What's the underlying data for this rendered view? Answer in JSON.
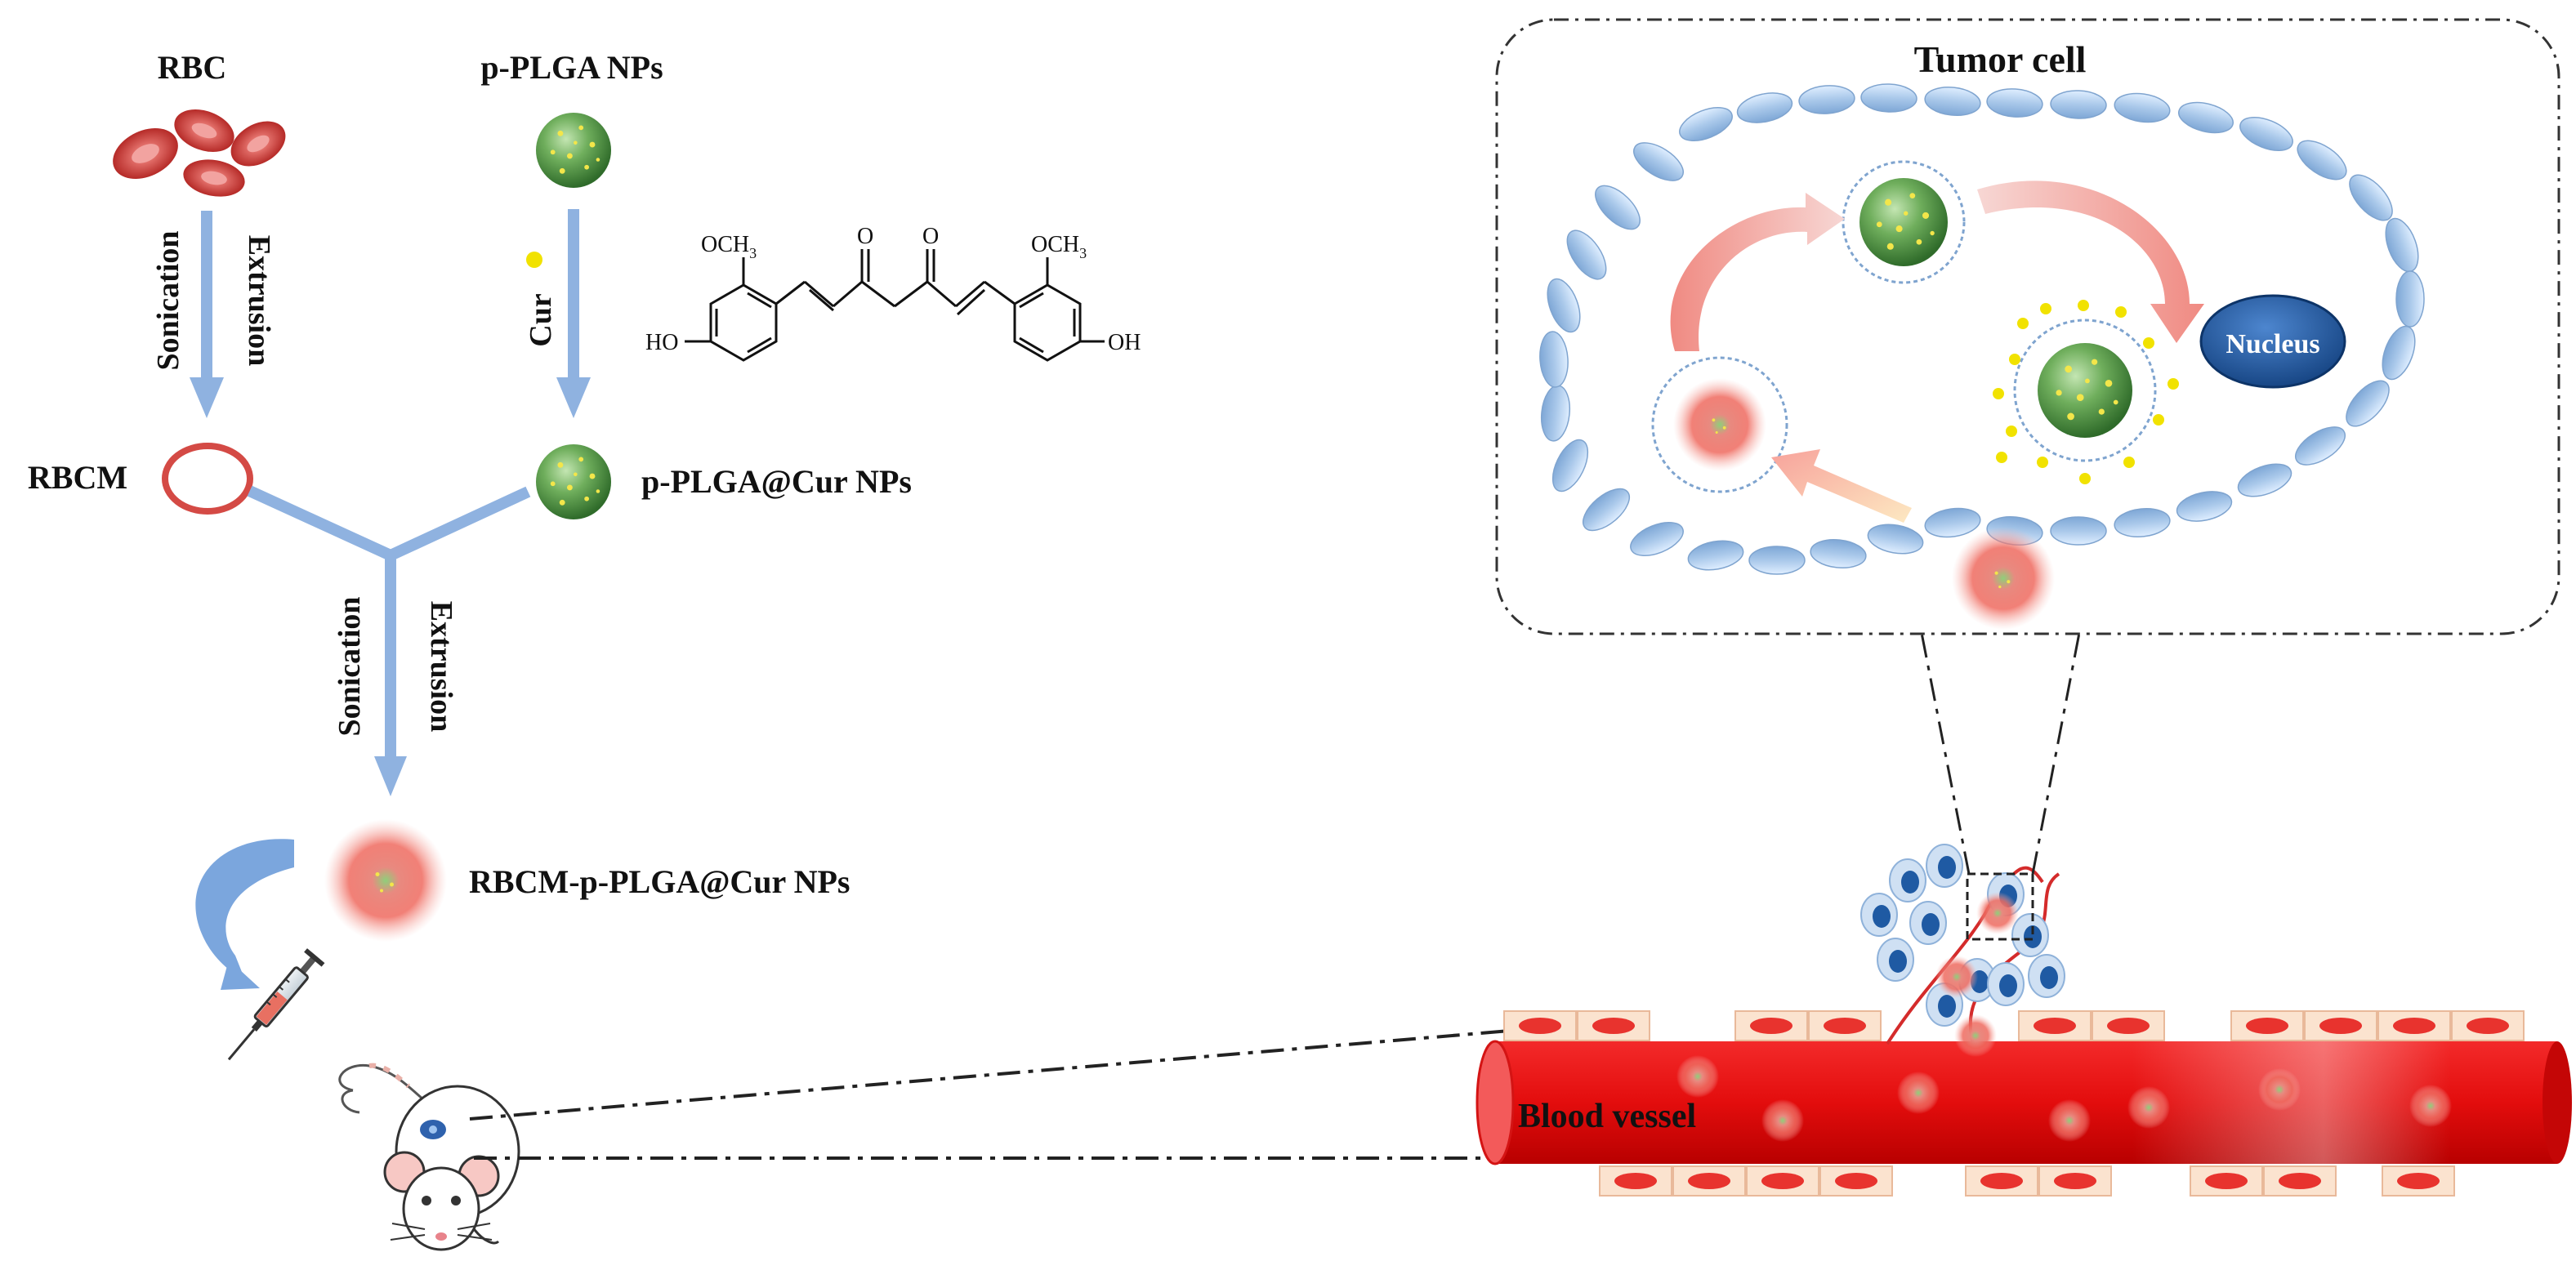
{
  "labels": {
    "rbc": "RBC",
    "pplga_nps": "p-PLGA NPs",
    "sonication_1": "Sonication",
    "extrusion_1": "Extrusion",
    "cur": "Cur",
    "rbcm": "RBCM",
    "pplga_cur_nps": "p-PLGA@Cur NPs",
    "sonication_2": "Sonication",
    "extrusion_2": "Extrusion",
    "rbcm_pplga_cur_nps": "RBCM-p-PLGA@Cur NPs",
    "tumor_cell": "Tumor cell",
    "nucleus": "Nucleus",
    "blood_vessel": "Blood vessel"
  },
  "curcumin": {
    "och3_left": "OCH",
    "och3_right": "OCH",
    "sub3": "3",
    "o_left": "O",
    "o_right": "O",
    "ho": "HO",
    "oh": "OH"
  },
  "colors": {
    "arrow_blue": "#8fb2e0",
    "rbc_red": "#d44a45",
    "np_green": "#5e9e4e",
    "vessel_red": "#e81010",
    "cell_blue": "#a9c8ea",
    "nucleus_blue": "#1d4f94",
    "cur_yellow": "#f1e200"
  }
}
